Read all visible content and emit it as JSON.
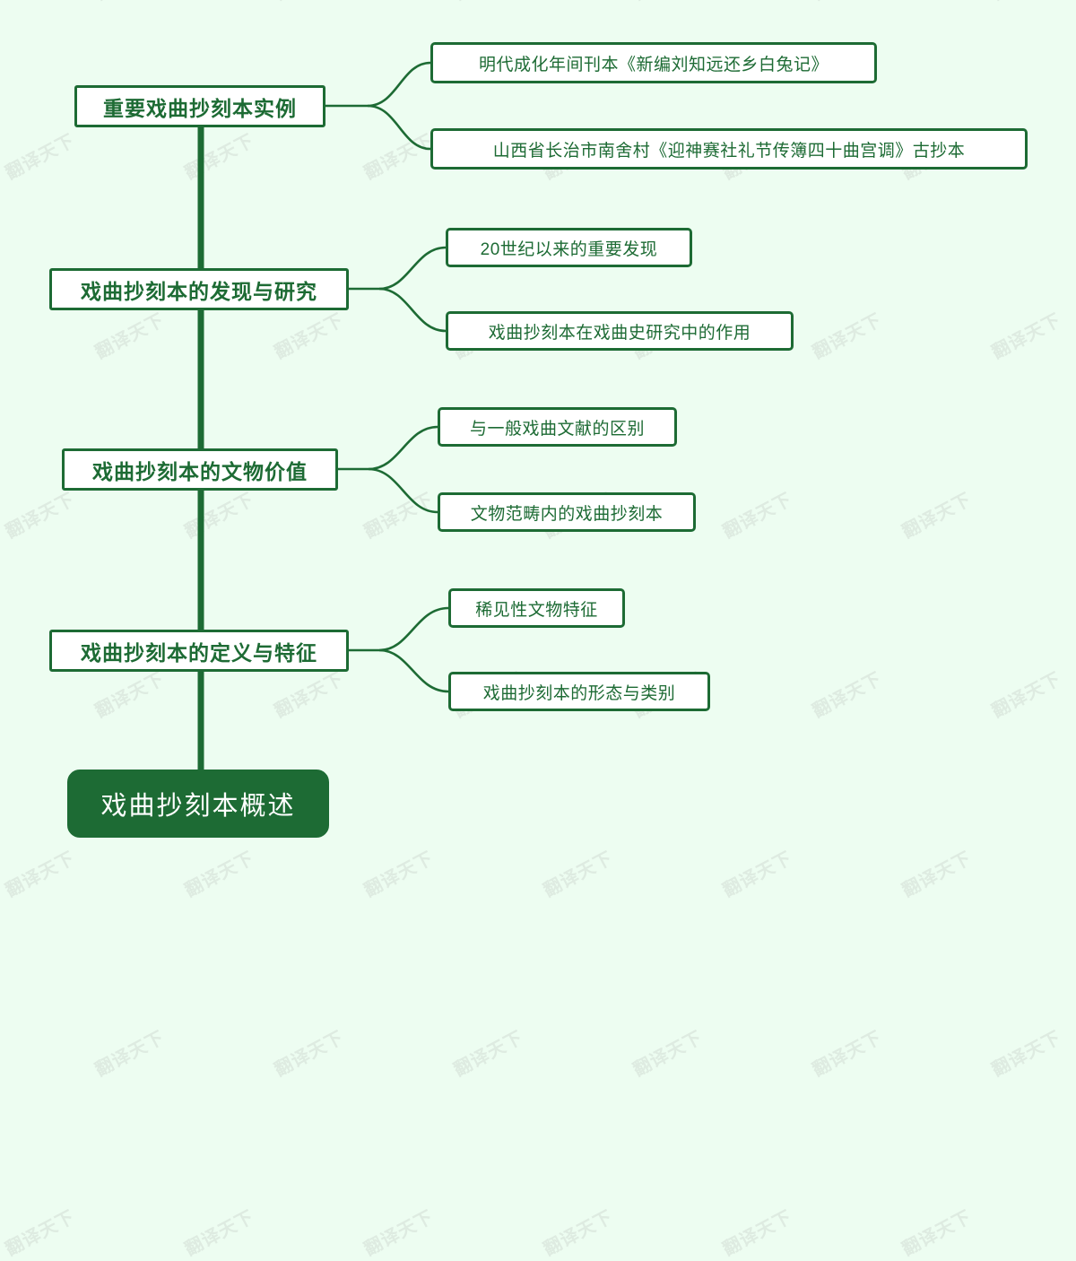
{
  "diagram": {
    "type": "mind-map",
    "orientation": "vertical-trunk-right-branches",
    "colors": {
      "background": "#edfdf1",
      "accent": "#1d6b34",
      "node_fill": "#ffffff",
      "root_text": "#ffffff",
      "watermark": "#d9e6dc"
    },
    "watermark_text": "翻译天下"
  },
  "root": {
    "label": "戏曲抄刻本概述"
  },
  "branches": [
    {
      "label": "重要戏曲抄刻本实例",
      "children": [
        {
          "label": "明代成化年间刊本《新编刘知远还乡白兔记》"
        },
        {
          "label": "山西省长治市南舍村《迎神赛社礼节传簿四十曲宫调》古抄本"
        }
      ]
    },
    {
      "label": "戏曲抄刻本的发现与研究",
      "children": [
        {
          "label": "20世纪以来的重要发现"
        },
        {
          "label": "戏曲抄刻本在戏曲史研究中的作用"
        }
      ]
    },
    {
      "label": "戏曲抄刻本的文物价值",
      "children": [
        {
          "label": "与一般戏曲文献的区别"
        },
        {
          "label": "文物范畴内的戏曲抄刻本"
        }
      ]
    },
    {
      "label": "戏曲抄刻本的定义与特征",
      "children": [
        {
          "label": "稀见性文物特征"
        },
        {
          "label": "戏曲抄刻本的形态与类别"
        }
      ]
    }
  ]
}
